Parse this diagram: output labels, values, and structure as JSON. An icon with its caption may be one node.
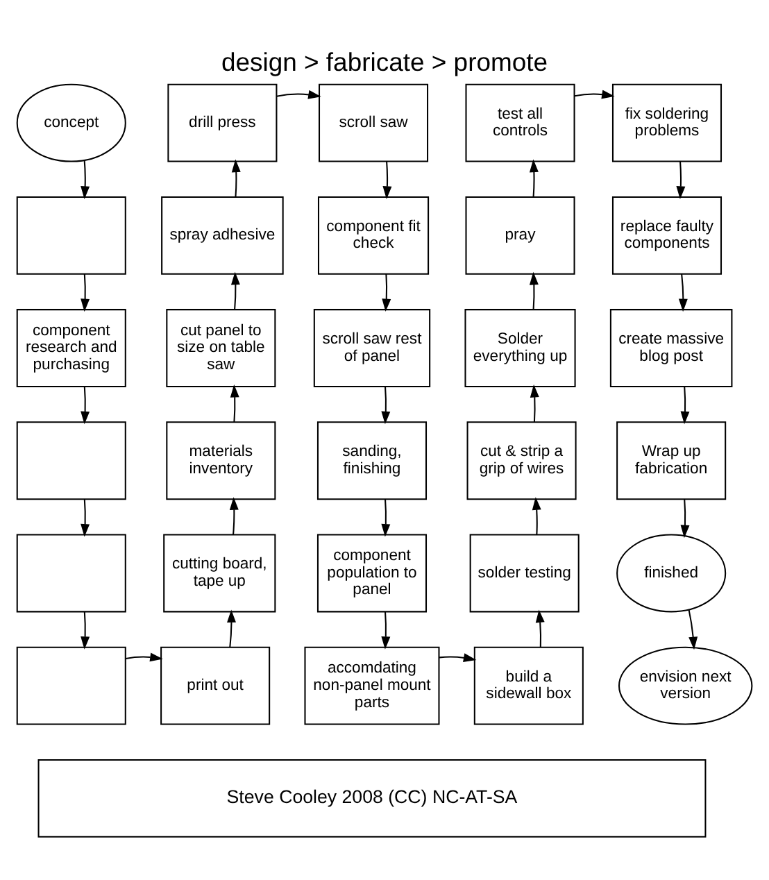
{
  "diagram": {
    "title": "design > fabricate > promote",
    "caption": "Steve Cooley 2008 (CC) NC-AT-SA",
    "nodes": [
      {
        "text": [
          "concept"
        ]
      },
      {
        "text": [],
        "shape": "box"
      },
      {
        "text": [
          "component research and purchasing"
        ]
      },
      {
        "text": [],
        "shape": "box"
      },
      {
        "text": [],
        "shape": "box"
      },
      {
        "text": [],
        "shape": "box"
      },
      {
        "text": [
          "print out"
        ]
      },
      {
        "text": [
          "cutting board, tape up"
        ]
      },
      {
        "text": [
          "materials inventory"
        ]
      },
      {
        "text": [
          "cut panel to size on table saw"
        ]
      },
      {
        "text": [
          "spray adhesive"
        ]
      },
      {
        "text": [
          "drill press"
        ]
      },
      {
        "text": [
          "scroll saw"
        ]
      },
      {
        "text": [
          "component fit check"
        ]
      },
      {
        "text": [
          "scroll saw rest of panel"
        ]
      },
      {
        "text": [
          "sanding, finishing"
        ]
      },
      {
        "text": [
          "component population to panel"
        ]
      },
      {
        "text": [
          "accomdating non-panel mount parts"
        ]
      },
      {
        "text": [
          "build a sidewall box"
        ]
      },
      {
        "text": [
          "solder testing"
        ]
      },
      {
        "text": [
          "cut & strip a grip of wires"
        ]
      },
      {
        "text": [
          "Solder everything up"
        ]
      },
      {
        "text": [
          "pray"
        ]
      },
      {
        "text": [
          "test all controls"
        ]
      },
      {
        "text": [
          "fix soldering problems"
        ]
      },
      {
        "text": [
          "replace faulty components"
        ]
      },
      {
        "text": [
          "create massive blog post"
        ]
      },
      {
        "text": [
          "Wrap up fabrication"
        ]
      },
      {
        "text": [
          "finished"
        ]
      },
      {
        "text": [
          "envision next version"
        ]
      }
    ],
    "edges": [
      {
        "from": 0,
        "to": 1,
        "arrow": "to"
      },
      {
        "from": 1,
        "to": 2,
        "arrow": "to"
      },
      {
        "from": 2,
        "to": 3,
        "arrow": "to"
      },
      {
        "from": 3,
        "to": 4,
        "arrow": "to"
      },
      {
        "from": 4,
        "to": 5,
        "arrow": "to"
      },
      {
        "from": 5,
        "to": 6,
        "arrow": "to"
      },
      {
        "from": 6,
        "to": 7,
        "arrow": "to"
      },
      {
        "from": 7,
        "to": 8,
        "arrow": "to"
      },
      {
        "from": 8,
        "to": 9,
        "arrow": "to"
      },
      {
        "from": 9,
        "to": 10,
        "arrow": "to"
      },
      {
        "from": 10,
        "to": 11,
        "arrow": "to"
      },
      {
        "from": 11,
        "to": 12,
        "arrow": "to"
      },
      {
        "from": 12,
        "to": 13,
        "arrow": "to"
      },
      {
        "from": 13,
        "to": 14,
        "arrow": "to"
      },
      {
        "from": 14,
        "to": 15,
        "arrow": "to"
      },
      {
        "from": 15,
        "to": 16,
        "arrow": "to"
      },
      {
        "from": 16,
        "to": 17,
        "arrow": "to"
      },
      {
        "from": 17,
        "to": 18,
        "arrow": "to"
      },
      {
        "from": 18,
        "to": 19,
        "arrow": "to"
      },
      {
        "from": 19,
        "to": 20,
        "arrow": "to"
      },
      {
        "from": 20,
        "to": 21,
        "arrow": "to"
      },
      {
        "from": 21,
        "to": 22,
        "arrow": "to"
      },
      {
        "from": 22,
        "to": 23,
        "arrow": "to"
      },
      {
        "from": 23,
        "to": 24,
        "arrow": "to"
      },
      {
        "from": 24,
        "to": 25,
        "arrow": "to"
      },
      {
        "from": 25,
        "to": 26,
        "arrow": "to"
      },
      {
        "from": 26,
        "to": 27,
        "arrow": "to"
      },
      {
        "from": 27,
        "to": 28,
        "arrow": "to"
      },
      {
        "from": 28,
        "to": 29,
        "arrow": "to"
      }
    ]
  }
}
